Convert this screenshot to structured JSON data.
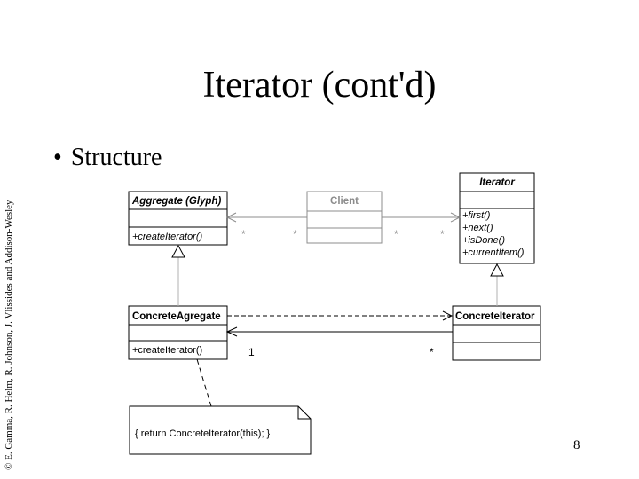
{
  "slide": {
    "title": "Iterator (cont'd)",
    "bullet": "Structure",
    "copyright": "© E. Gamma, R. Helm, R. Johnson, J. Vlissides and Addison-Wesley",
    "page_number": "8"
  },
  "diagram": {
    "classes": {
      "aggregate": {
        "name": "Aggregate (Glyph)",
        "operations": [
          "+createIterator()"
        ]
      },
      "client": {
        "name": "Client"
      },
      "iterator": {
        "name": "Iterator",
        "operations": [
          "+first()",
          "+next()",
          "+isDone()",
          "+currentItem()"
        ]
      },
      "concrete_aggregate": {
        "name": "ConcreteAgregate",
        "operations": [
          "+createIterator()"
        ]
      },
      "concrete_iterator": {
        "name": "ConcreteIterator"
      }
    },
    "multiplicities": {
      "client_aggregate_near_aggregate": "*",
      "client_aggregate_near_client": "*",
      "client_iterator_near_client": "*",
      "client_iterator_near_iterator": "*",
      "concrete_near_aggregate": "1",
      "concrete_near_iterator": "*"
    },
    "note": "{ return ConcreteIterator(this); }",
    "colors": {
      "line": "#000000",
      "client_gray": "#8c8c8c",
      "generalization_gray": "#b0b0b0"
    }
  }
}
